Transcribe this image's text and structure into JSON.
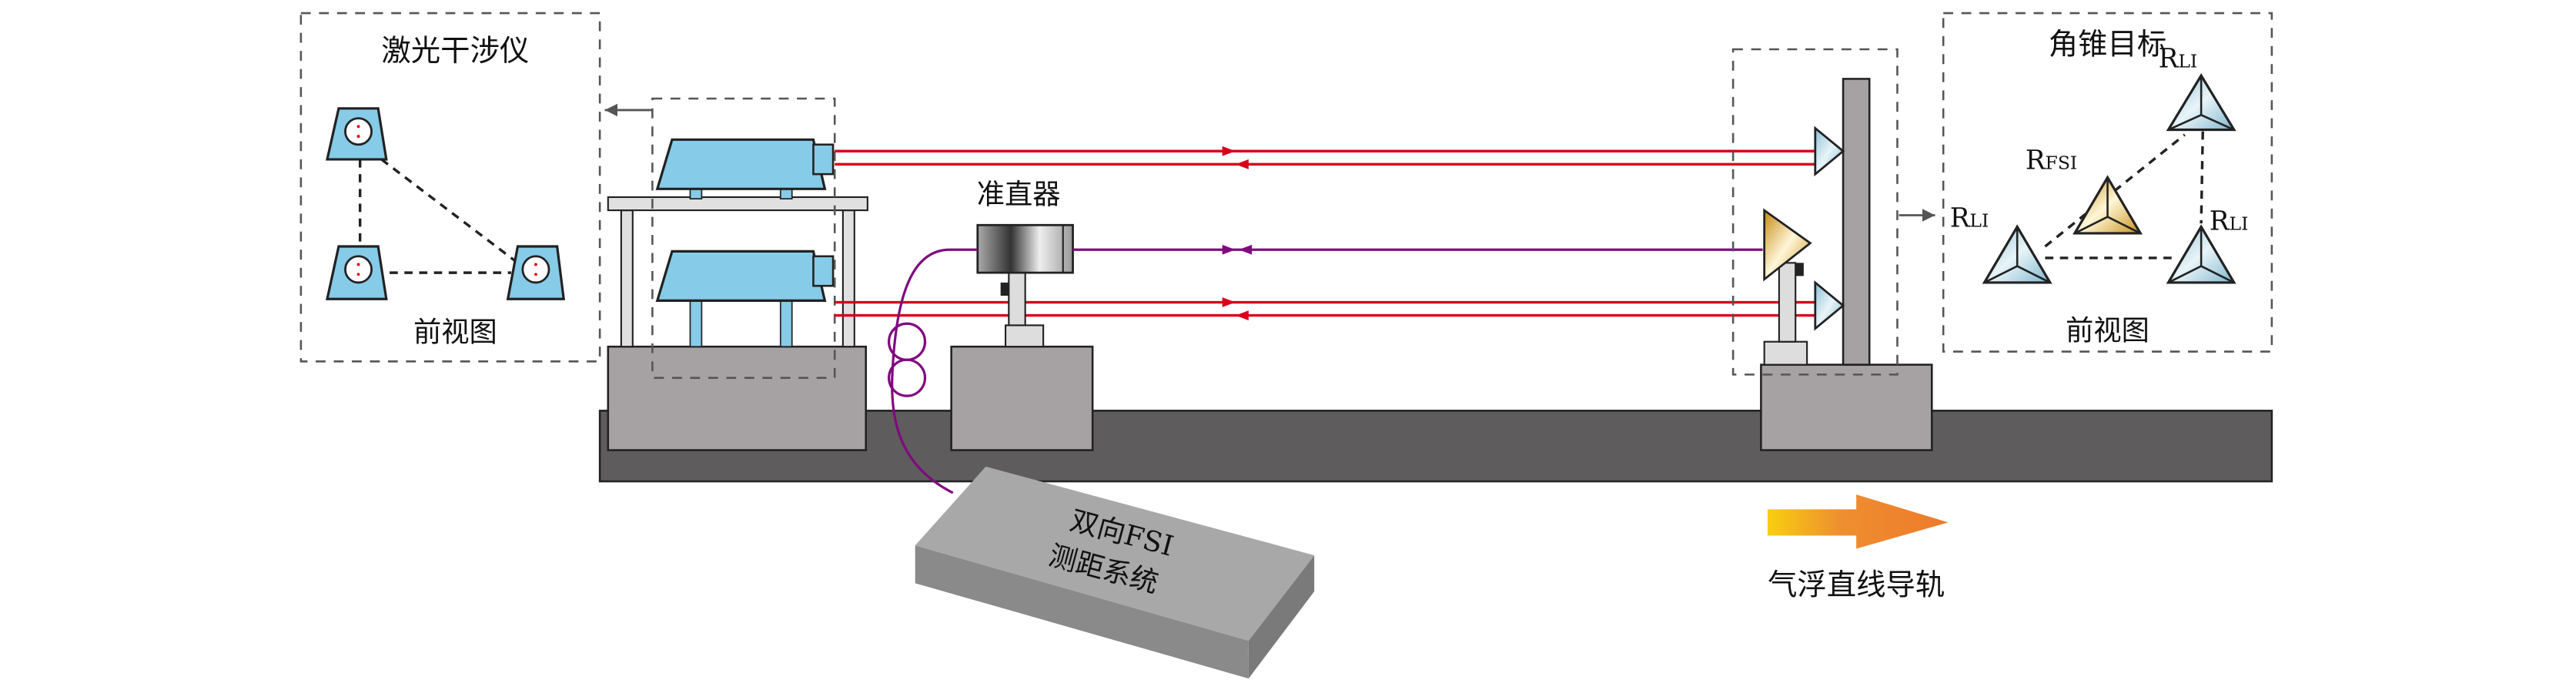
{
  "labels": {
    "interferometer_title": "激光干涉仪",
    "front_view_left": "前视图",
    "collimator": "准直器",
    "fsi_line1": "双向FSI",
    "fsi_line2": "测距系统",
    "target_title": "角锥目标",
    "front_view_right": "前视图",
    "rail": "气浮直线导轨"
  },
  "reflector_labels": {
    "r": "R",
    "li": "LI",
    "fsi": "FSI"
  },
  "colors": {
    "laser_beam": "#d9001b",
    "fiber": "#800a7e",
    "interferometer": "#86cbe8",
    "block": "#a6a2a3",
    "rail": "#5e5c5c",
    "gold_retro": "#d4a22a",
    "blue_retro": "#a9d3e3"
  }
}
